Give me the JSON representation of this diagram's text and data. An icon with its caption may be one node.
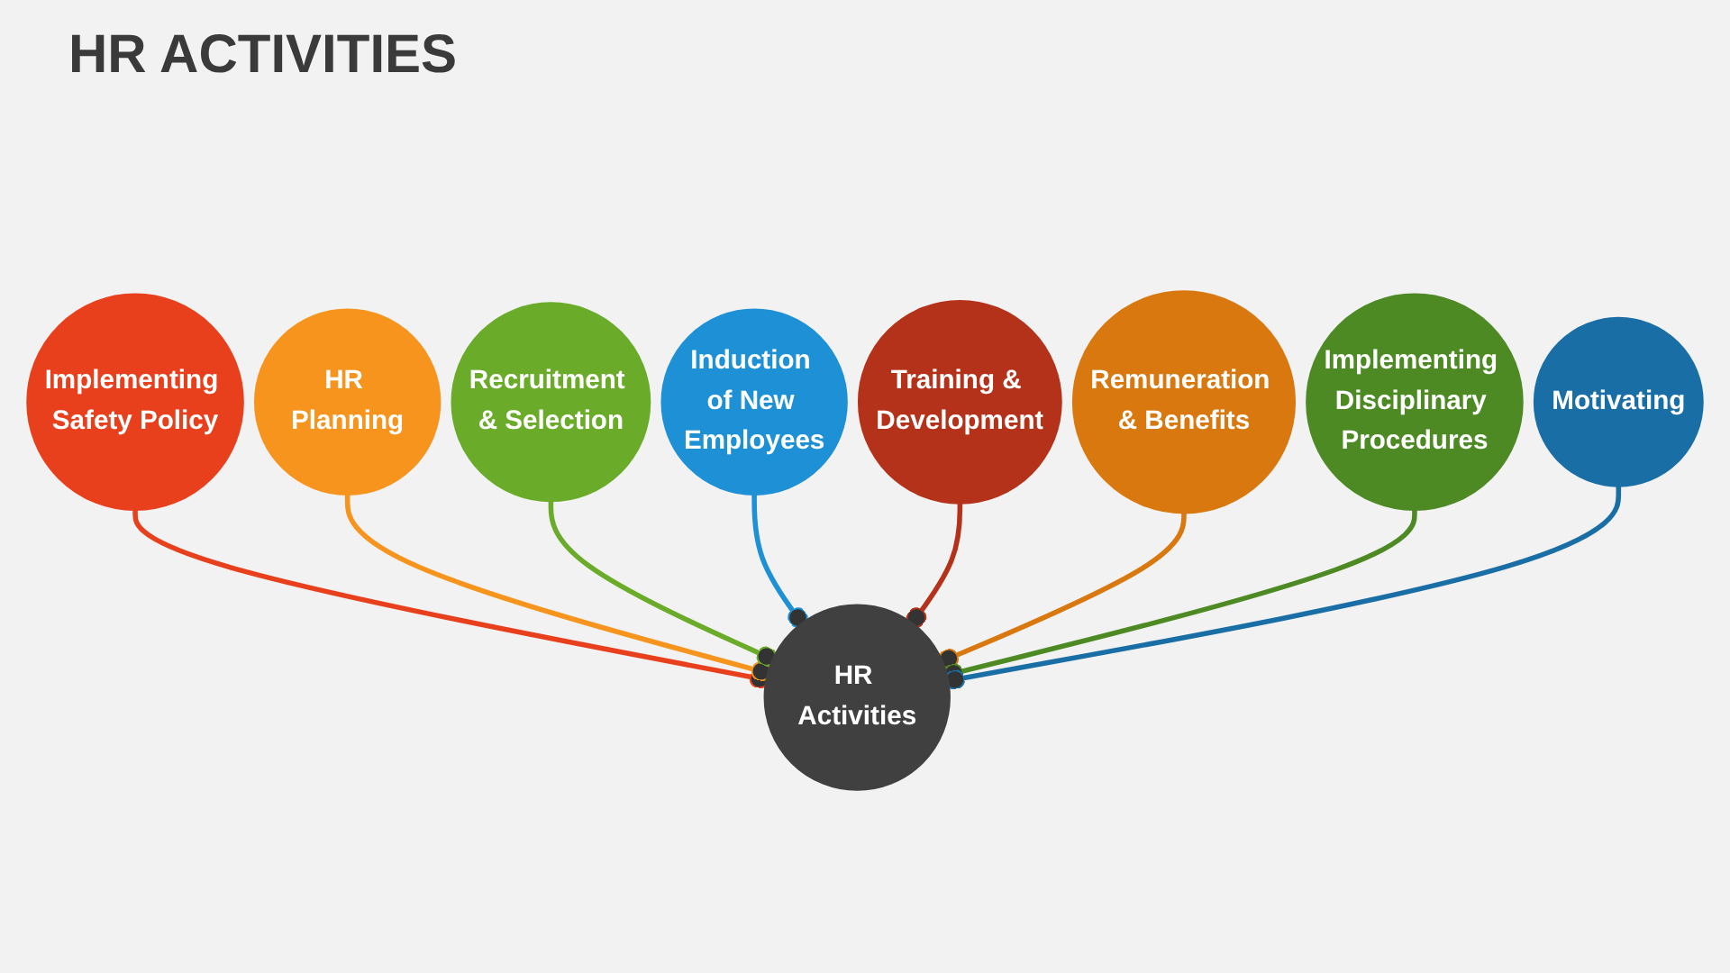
{
  "diagram": {
    "title": "HR ACTIVITIES",
    "nodes": [
      {
        "text": [
          "HR Activities"
        ]
      },
      {
        "text": [
          "Implementing Safety Policy"
        ]
      },
      {
        "text": [
          "HR Planning"
        ]
      },
      {
        "text": [
          "Recruitment & Selection"
        ]
      },
      {
        "text": [
          "Induction of New Employees"
        ]
      },
      {
        "text": [
          "Training & Development"
        ]
      },
      {
        "text": [
          "Remuneration & Benefits"
        ]
      },
      {
        "text": [
          "Implementing Disciplinary Procedures"
        ]
      },
      {
        "text": [
          "Motivating"
        ]
      }
    ],
    "edges": [
      {
        "from": 1,
        "to": 0,
        "arrow": "other",
        "color": "#e8401c"
      },
      {
        "from": 2,
        "to": 0,
        "arrow": "other",
        "color": "#f7941d"
      },
      {
        "from": 3,
        "to": 0,
        "arrow": "other",
        "color": "#6aac2a"
      },
      {
        "from": 4,
        "to": 0,
        "arrow": "other",
        "color": "#1e90d6"
      },
      {
        "from": 5,
        "to": 0,
        "arrow": "other",
        "color": "#b5321a"
      },
      {
        "from": 6,
        "to": 0,
        "arrow": "other",
        "color": "#d9780f"
      },
      {
        "from": 7,
        "to": 0,
        "arrow": "other",
        "color": "#4e8a24"
      },
      {
        "from": 8,
        "to": 0,
        "arrow": "other",
        "color": "#1a6ea6"
      }
    ]
  }
}
